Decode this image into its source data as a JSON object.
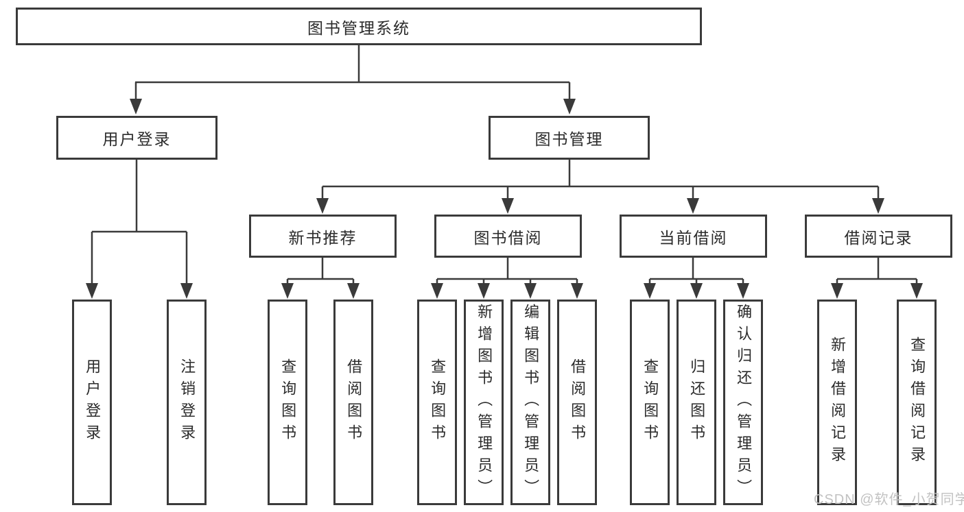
{
  "tree": {
    "root": {
      "label": "图书管理系统"
    },
    "level2": [
      {
        "label": "用户登录"
      },
      {
        "label": "图书管理"
      }
    ],
    "level3": [
      {
        "label": "新书推荐"
      },
      {
        "label": "图书借阅"
      },
      {
        "label": "当前借阅"
      },
      {
        "label": "借阅记录"
      }
    ],
    "leaves": {
      "user_login": [
        {
          "label": "用户登录"
        },
        {
          "label": "注销登录"
        }
      ],
      "new_book": [
        {
          "label": "查询图书"
        },
        {
          "label": "借阅图书"
        }
      ],
      "book_borrow": [
        {
          "label": "查询图书"
        },
        {
          "label": "新增图书（管理员）"
        },
        {
          "label": "编辑图书（管理员）"
        },
        {
          "label": "借阅图书"
        }
      ],
      "current_borrow": [
        {
          "label": "查询图书"
        },
        {
          "label": "归还图书"
        },
        {
          "label": "确认归还（管理员）"
        }
      ],
      "borrow_records": [
        {
          "label": "新增借阅记录"
        },
        {
          "label": "查询借阅记录"
        }
      ]
    }
  },
  "watermark": {
    "text": "CSDN @软件_小贺同学",
    "color": "#c2c2c2"
  },
  "colors": {
    "line": "#3a3a3a",
    "box_border": "#3a3a3a",
    "text": "#2b2b2b",
    "background": "#ffffff"
  }
}
